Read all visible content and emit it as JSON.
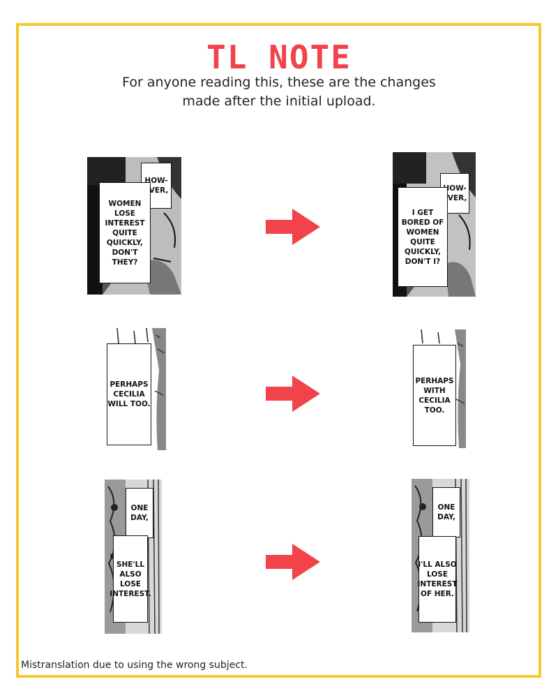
{
  "header": {
    "title": "TL NOTE",
    "subtitle_line1": "For anyone reading this, these are the changes",
    "subtitle_line2": "made after the initial upload."
  },
  "comparisons": [
    {
      "before": {
        "top_text": "HOW-\nEVER,",
        "main_text": "WOMEN\nLOSE\nINTEREST\nQUITE\nQUICKLY,\nDON'T\nTHEY?"
      },
      "after": {
        "top_text": "HOW-\nEVER,",
        "main_text": "I GET\nBORED OF\nWOMEN\nQUITE\nQUICKLY,\nDON'T I?"
      }
    },
    {
      "before": {
        "main_text": "PERHAPS\nCECILIA\nWILL TOO."
      },
      "after": {
        "main_text": "PERHAPS\nWITH\nCECILIA\nTOO."
      }
    },
    {
      "before": {
        "top_text": "ONE\nDAY,",
        "main_text": "SHE'LL\nALSO\nLOSE\nINTEREST."
      },
      "after": {
        "top_text": "ONE\nDAY,",
        "main_text": "I'LL ALSO\nLOSE\nINTEREST\nOF HER."
      }
    }
  ],
  "footer": {
    "note": "Mistranslation due to using the wrong subject."
  },
  "colors": {
    "border": "#f7c62f",
    "title": "#f2424a",
    "arrow": "#f2424a"
  },
  "icons": {
    "arrow": "right-arrow-icon"
  }
}
